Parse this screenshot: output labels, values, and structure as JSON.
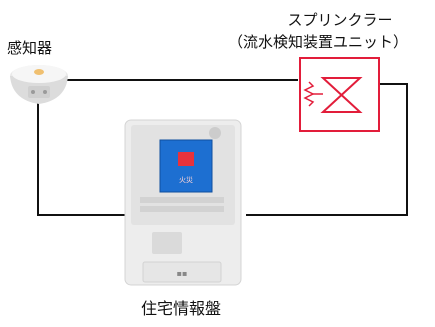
{
  "labels": {
    "detector": "感知器",
    "sprinkler_line1": "スプリンクラー",
    "sprinkler_line2": "（流水検知装置ユニット）",
    "panel": "住宅情報盤"
  },
  "panel_screen": {
    "caption": "火災"
  },
  "colors": {
    "wire": "#111111",
    "sprinkler_symbol": "#e21d3a",
    "panel_screen": "#1d6fd1",
    "panel_alert": "#e8323c"
  }
}
